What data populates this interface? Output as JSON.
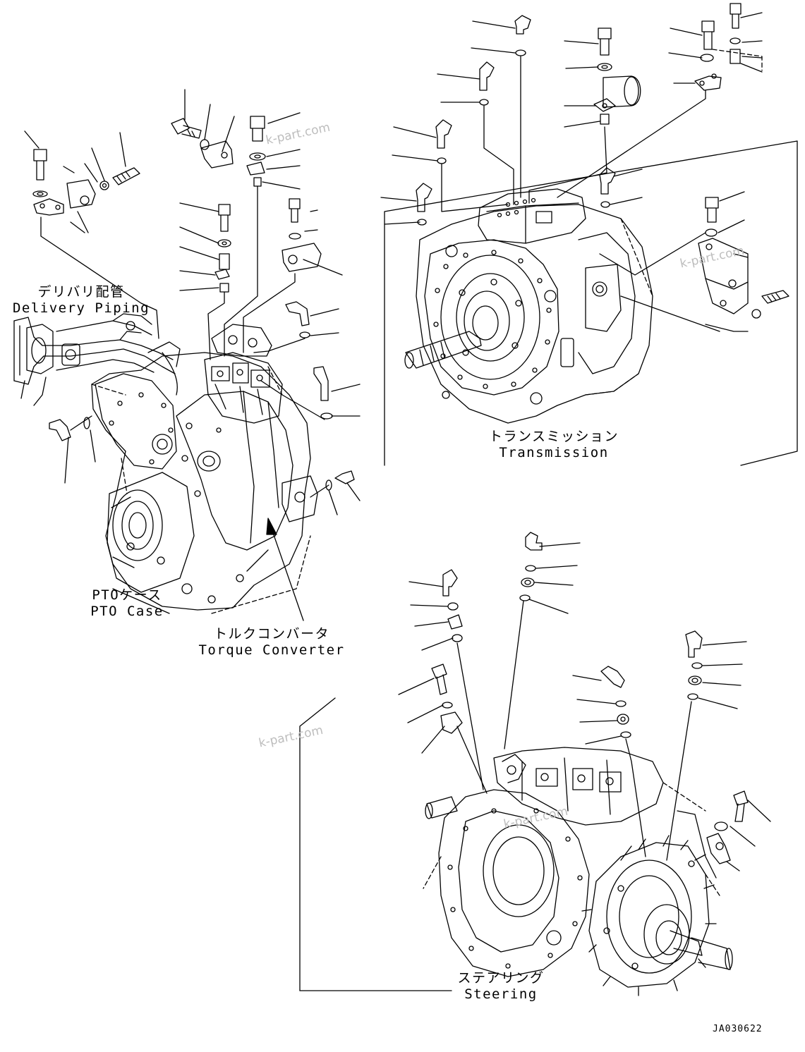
{
  "labels": {
    "delivery_jp": "デリバリ配管",
    "delivery_en": "Delivery Piping",
    "pto_jp": "PTOケース",
    "pto_en": "PTO Case",
    "torque_jp": "トルクコンバータ",
    "torque_en": "Torque Converter",
    "transmission_jp": "トランスミッション",
    "transmission_en": "Transmission",
    "steering_jp": "ステアリング",
    "steering_en": "Steering"
  },
  "watermarks": [
    "k-part.com",
    "k-part.com",
    "k-part.com",
    "k-part.com"
  ],
  "drawing_code": "JA030622",
  "colors": {
    "line": "#000000",
    "watermark": "#bdbdbd",
    "background": "#ffffff"
  }
}
